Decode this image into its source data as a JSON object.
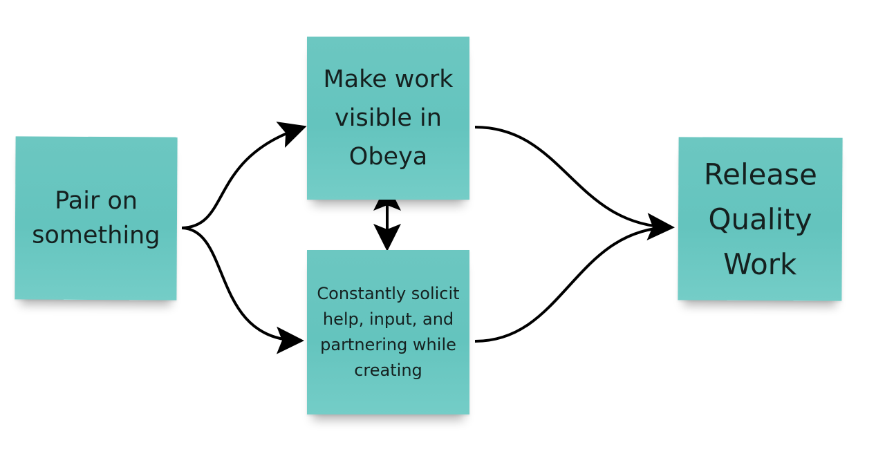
{
  "notes": {
    "pair": "Pair on something",
    "visible": "Make work visible in Obeya",
    "solicit": "Constantly solicit help, input, and partnering while creating",
    "release": "Release Quality Work"
  },
  "colors": {
    "sticky": "#66c5bf",
    "text": "#15201f",
    "arrow": "#000000"
  }
}
